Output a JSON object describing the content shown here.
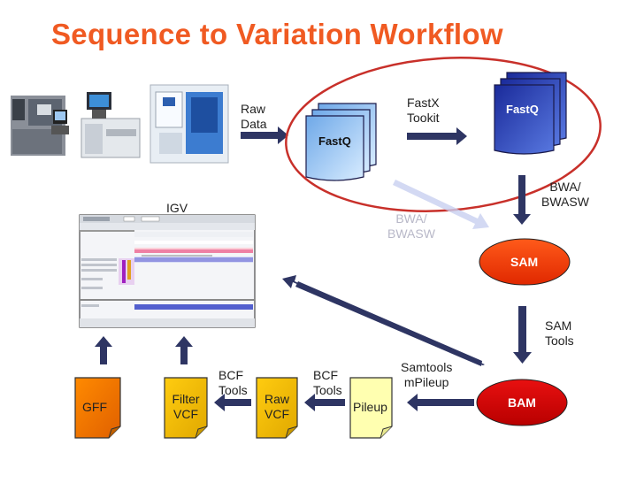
{
  "title": "Sequence to Variation Workflow",
  "labels": {
    "raw_data_1": "Raw",
    "raw_data_2": "Data",
    "fastx_1": "FastX",
    "fastx_2": "Tookit",
    "bwa_right_1": "BWA/",
    "bwa_right_2": "BWASW",
    "bwa_faded_1": "BWA/",
    "bwa_faded_2": "BWASW",
    "igv": "IGV",
    "sam_tools_1": "SAM",
    "sam_tools_2": "Tools",
    "samtools_mpileup_1": "Samtools",
    "samtools_mpileup_2": "mPileup",
    "bcf_tools_a_1": "BCF",
    "bcf_tools_a_2": "Tools",
    "bcf_tools_b_1": "BCF",
    "bcf_tools_b_2": "Tools"
  },
  "nodes": {
    "fastq_raw": "FastQ",
    "fastq_processed": "FastQ",
    "sam": "SAM",
    "bam": "BAM",
    "pileup": "Pileup",
    "raw_vcf_1": "Raw",
    "raw_vcf_2": "VCF",
    "filter_vcf_1": "Filter",
    "filter_vcf_2": "VCF",
    "gff": "GFF"
  },
  "colors": {
    "title": "#f05a22",
    "arrow": "#2e3563",
    "highlight_oval": "#c8302a",
    "sam_oval": "#ff3300",
    "bam_oval": "#d40000",
    "fastq_raw_fill": "#9dc3f0",
    "fastq_processed_fill": "#2b3fb8",
    "pileup_fill": "#ffffb0",
    "vcf_fill": "#f0c000",
    "gff_fill": "#f08a00"
  },
  "icons": [
    "sequencer-instrument-icon",
    "sequencer-instrument-icon",
    "sequencer-instrument-icon",
    "igv-screenshot-thumbnail"
  ]
}
